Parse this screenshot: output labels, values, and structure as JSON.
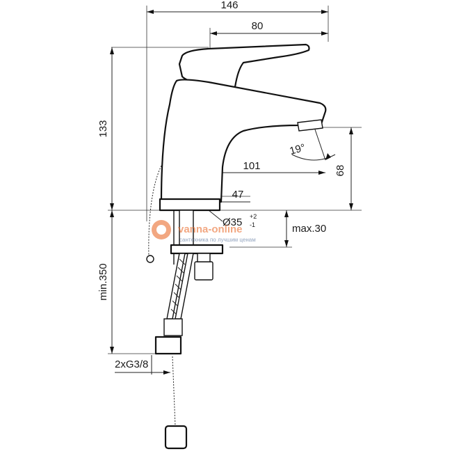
{
  "dimensions": {
    "total_width": "146",
    "lever_width": "80",
    "height": "133",
    "spout_reach": "101",
    "base_offset": "47",
    "spout_height": "68",
    "min_hose": "min.350",
    "max_counter": "max.30",
    "hole_diameter": "Ø35",
    "hole_tol_plus": "+2",
    "hole_tol_minus": "-1",
    "thread": "2xG3/8",
    "angle": "19°"
  },
  "watermark": {
    "brand": "vanna-online",
    "tagline": "сантехника по лучшим ценам"
  },
  "colors": {
    "line": "#111111",
    "watermark": "#e8601c",
    "watermark_secondary": "#3a5a8a"
  }
}
